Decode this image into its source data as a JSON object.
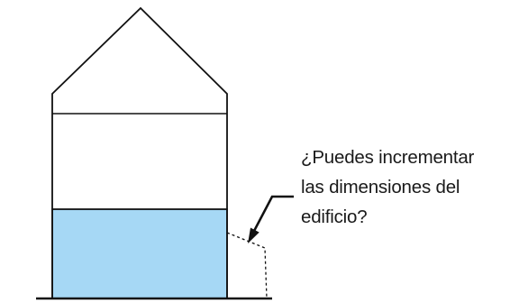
{
  "question": {
    "line1": "¿Puedes incrementar",
    "line2": "las dimensiones del",
    "line3": "edificio?"
  },
  "colors": {
    "water_fill": "#a6d8f5",
    "stroke": "#111111",
    "background": "#ffffff"
  }
}
